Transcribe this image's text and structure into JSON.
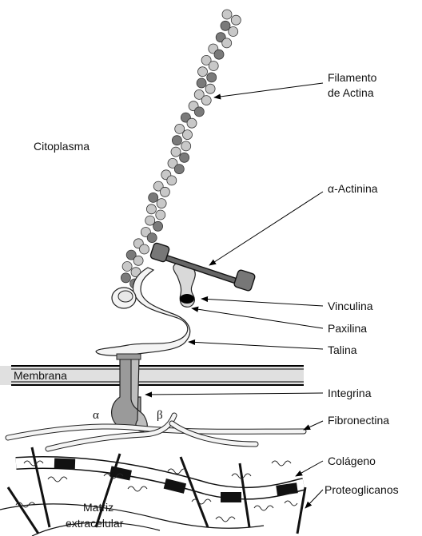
{
  "labels": {
    "citoplasma": "Citoplasma",
    "filamento_line1": "Filamento",
    "filamento_line2": "de Actina",
    "actinina": "α-Actinina",
    "vinculina": "Vinculina",
    "paxilina": "Paxilina",
    "talina": "Talina",
    "membrana": "Membrana",
    "integrina": "Integrina",
    "alpha": "α",
    "beta": "β",
    "fibronectina": "Fibronectina",
    "colageno": "Colágeno",
    "proteoglicanos": "Proteoglicanos",
    "matriz_line1": "Matriz",
    "matriz_line2": "extracelular"
  },
  "colors": {
    "actin_light": "#c8c8c8",
    "actin_dark": "#7a7a7a",
    "membrane_band": "#e0e0e0",
    "integrin": "#9a9a9a",
    "collagen_block": "#111111",
    "strand_fill": "#ffffff",
    "vinculin_fill": "#d9d9d9",
    "actinin_fill": "#666666",
    "paxillin_fill": "#000000"
  },
  "icons": {
    "actin_subunit": "circle",
    "arrowhead": "triangle"
  }
}
